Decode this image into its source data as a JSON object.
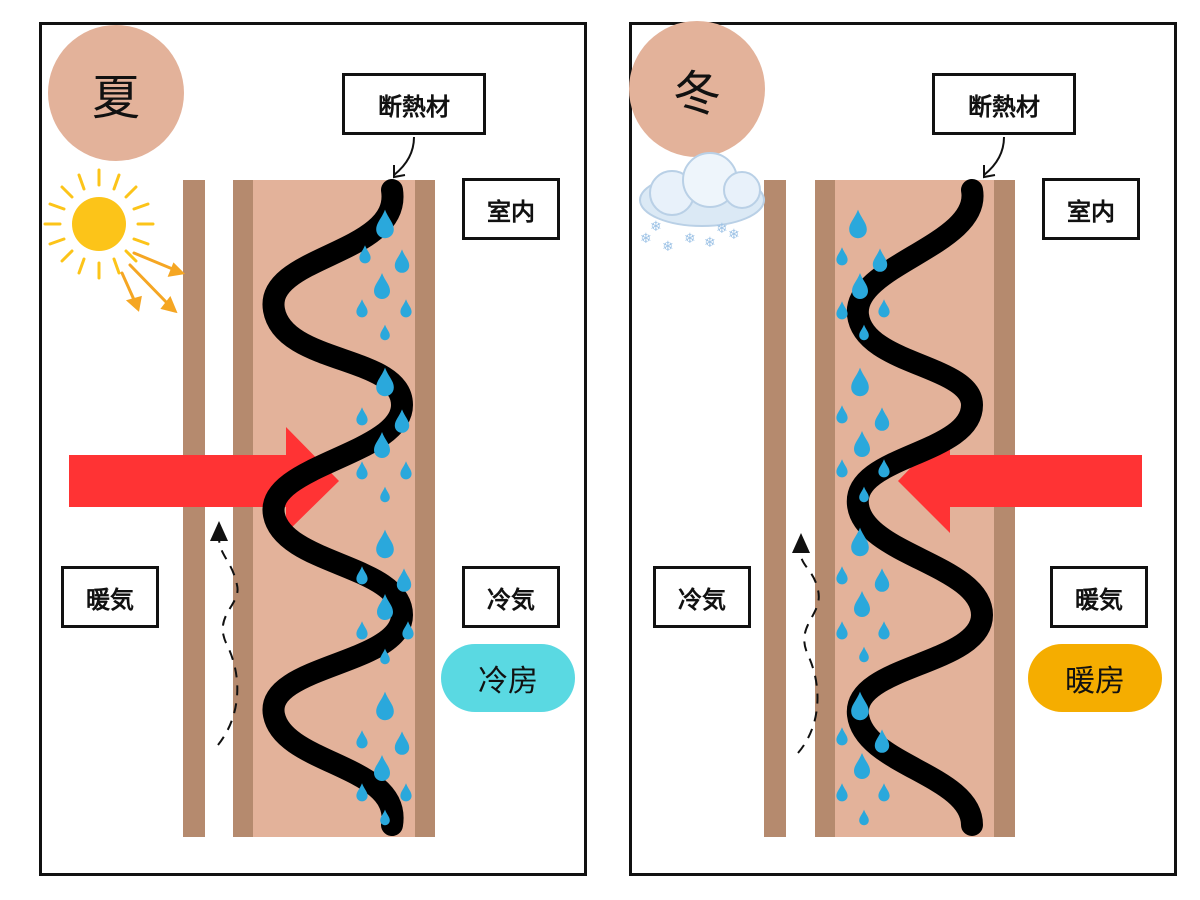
{
  "summer": {
    "season": "夏",
    "insulation_label": "断熱材",
    "indoor_label": "室内",
    "outside_air_label": "暖気",
    "inside_air_label": "冷気",
    "mode_label": "冷房",
    "mode_color": "#5ad9e2",
    "arrow_direction": "outside-to-inside"
  },
  "winter": {
    "season": "冬",
    "insulation_label": "断熱材",
    "indoor_label": "室内",
    "outside_air_label": "冷気",
    "inside_air_label": "暖気",
    "mode_label": "暖房",
    "mode_color": "#f5ad00",
    "arrow_direction": "inside-to-outside"
  },
  "colors": {
    "heat_arrow": "#ff3334",
    "wall": "#b58a6e",
    "insulation": "#e3b29a",
    "droplet": "#2aa8dc",
    "sun": "#fcc419",
    "sun_rays": "#f5a623"
  },
  "icons": {
    "summer_weather": "sun-icon",
    "winter_weather": "snow-cloud-icon",
    "droplets": "water-droplet-icon"
  }
}
